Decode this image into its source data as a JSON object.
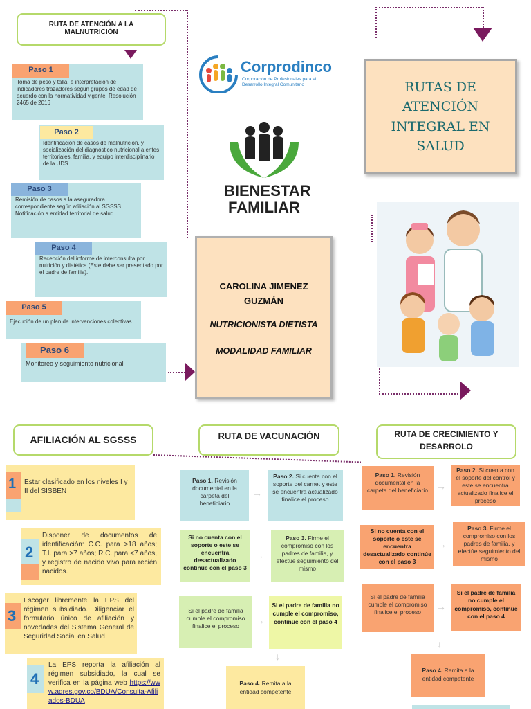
{
  "route_malnutrition": {
    "title": "RUTA DE ATENCIÓN A LA MALNUTRICIÓN",
    "steps": [
      {
        "tag": "Paso 1",
        "text": "Toma de peso y talla, e interpretación de indicadores trazadores según grupos de edad de acuerdo con la normatividad vigente: Resolución 2465 de 2016"
      },
      {
        "tag": "Paso 2",
        "text": "Identificación de casos de malnutrición, y socialización del diagnóstico nutricional a entes territoriales, familia, y equipo interdisciplinario de la UDS"
      },
      {
        "tag": "Paso 3",
        "text": "Remisión de casos a la aseguradora correspondiente según afiliación al SGSSS. Notificación a entidad territorial de salud"
      },
      {
        "tag": "Paso 4",
        "text": "Recepción del informe de interconsulta por nutrición y dietética (Este debe ser presentado por el padre de familia)."
      },
      {
        "tag": "Paso 5",
        "text": "Ejecución de un plan de intervenciones colectivas."
      },
      {
        "tag": "Paso 6",
        "text": "Monitoreo y seguimiento nutricional"
      }
    ]
  },
  "corprodinco": {
    "name": "Corprodinco",
    "subtitle": "Corporación de Profesionales para el Desarrollo Integral Comunitario"
  },
  "bienestar": {
    "line1": "BIENESTAR",
    "line2": "FAMILIAR"
  },
  "title_box": {
    "text": "RUTAS DE ATENCIÓN INTEGRAL EN SALUD"
  },
  "author": {
    "name": "CAROLINA JIMENEZ GUZMÁN",
    "role": "NUTRICIONISTA DIETISTA",
    "modality": "MODALIDAD FAMILIAR"
  },
  "afiliacion": {
    "title": "AFILIACIÓN AL SGSSS",
    "items": [
      {
        "num": "1",
        "text": "Estar clasificado en los niveles I y II del SISBEN"
      },
      {
        "num": "2",
        "text": "Disponer de documentos de identificación: C.C. para >18 años; T.I. para >7 años; R.C. para <7 años, y registro de nacido vivo para recién nacidos."
      },
      {
        "num": "3",
        "text": "Escoger libremente la EPS del régimen subsidiado. Diligenciar el formulario único de afiliación y novedades del Sistema General de Seguridad Social en Salud"
      },
      {
        "num": "4",
        "text": "La EPS reporta la afiliación al régimen subsidiado, la cual se verifica en la página web",
        "link": "https://www.adres.gov.co/BDUA/Consulta-Afiliados-BDUA"
      }
    ]
  },
  "vacunacion": {
    "title": "RUTA DE VACUNACIÓN",
    "p1_bold": "Paso 1.",
    "p1": "Revisión documental en la carpeta del beneficiario",
    "p2_bold": "Paso 2.",
    "p2": "Si cuenta con el soporte del carnet y este se encuentra actualizado finalice el proceso",
    "no_cuenta": "Si no cuenta con el soporte o este se encuentra desactualizado continúe con el paso 3",
    "p3_bold": "Paso 3.",
    "p3": "Firme el compromiso con los padres de familia, y efectúe seguimiento del mismo",
    "si_cumple": "Si el padre de familia cumple el compromiso finalice el proceso",
    "no_cumple": "Si el padre de familia no cumple el compromiso, continúe con el paso 4",
    "p4_bold": "Paso 4.",
    "p4": "Remita a la entidad competente"
  },
  "crecimiento": {
    "title": "RUTA DE CRECIMIENTO Y DESARROLO",
    "p1_bold": "Paso 1.",
    "p1": "Revisión documental en la carpeta del beneficiario",
    "p2_bold": "Paso 2.",
    "p2": "Si cuenta con el soporte del control y este se encuentra actualizado finalice el proceso",
    "no_cuenta": "Si no cuenta con el soporte o este se encuentra desactualizado continúe con el paso 3",
    "p3_bold": "Paso 3.",
    "p3": "Firme el compromiso con los padres de familia, y efectúe seguimiento del mismo",
    "si_cumple": "Si el padre de familia cumple el compromiso finalice el proceso",
    "no_cumple": "Si el padre de familia no cumple el compromiso, continúe con el paso 4",
    "p4_bold": "Paso 4.",
    "p4": "Remita a la entidad competente"
  }
}
